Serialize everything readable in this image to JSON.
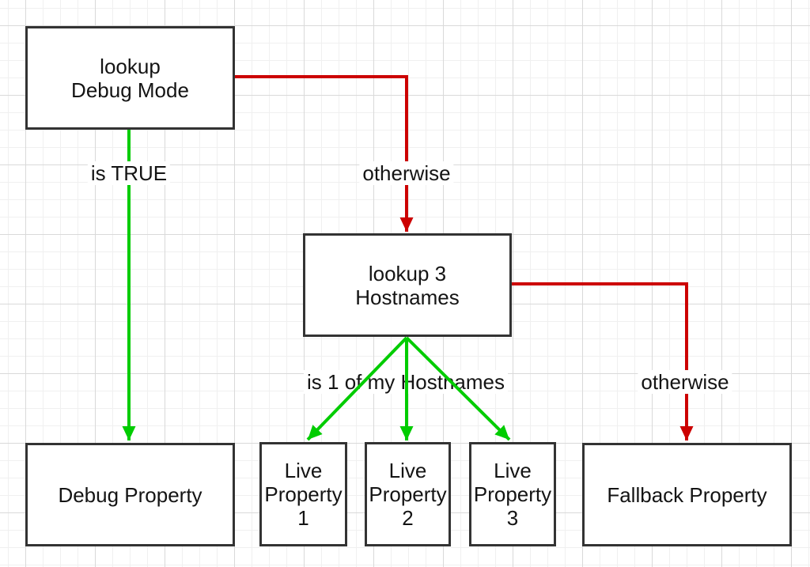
{
  "diagram": {
    "nodes": [
      {
        "name": "lookup-debug-mode",
        "label": "lookup\nDebug Mode"
      },
      {
        "name": "lookup-3-hostnames",
        "label": "lookup 3\nHostnames"
      },
      {
        "name": "debug-property",
        "label": "Debug Property"
      },
      {
        "name": "live-property-1",
        "label": "Live\nProperty\n1"
      },
      {
        "name": "live-property-2",
        "label": "Live\nProperty\n2"
      },
      {
        "name": "live-property-3",
        "label": "Live\nProperty\n3"
      },
      {
        "name": "fallback-property",
        "label": "Fallback Property"
      }
    ],
    "edges": [
      {
        "name": "debug-mode-is-true",
        "from": "lookup-debug-mode",
        "to": "debug-property",
        "label": "is TRUE",
        "color": "#00CC00"
      },
      {
        "name": "debug-mode-otherwise",
        "from": "lookup-debug-mode",
        "to": "lookup-3-hostnames",
        "label": "otherwise",
        "color": "#CC0000"
      },
      {
        "name": "hostname-match-1",
        "from": "lookup-3-hostnames",
        "to": "live-property-1",
        "label": "is 1 of my Hostnames",
        "color": "#00CC00"
      },
      {
        "name": "hostname-match-2",
        "from": "lookup-3-hostnames",
        "to": "live-property-2",
        "label": "is 1 of my Hostnames",
        "color": "#00CC00"
      },
      {
        "name": "hostname-match-3",
        "from": "lookup-3-hostnames",
        "to": "live-property-3",
        "label": "is 1 of my Hostnames",
        "color": "#00CC00"
      },
      {
        "name": "hostnames-otherwise",
        "from": "lookup-3-hostnames",
        "to": "fallback-property",
        "label": "otherwise",
        "color": "#CC0000"
      }
    ],
    "colors": {
      "success_edge": "#00CC00",
      "fallback_edge": "#CC0000",
      "node_border": "#333333",
      "node_fill": "#FFFFFF",
      "text": "#141414",
      "grid_minor": "#F0F0F0",
      "grid_major": "#D9D9D9"
    }
  }
}
